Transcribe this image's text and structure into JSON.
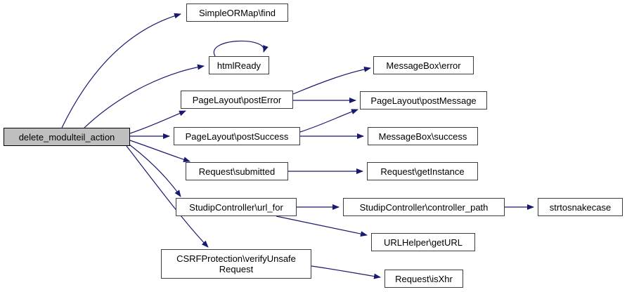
{
  "diagram": {
    "type": "call-graph",
    "edge_color": "#191970",
    "node_fill": "#ffffff",
    "node_border_color": "#3d3d3d",
    "highlight_node_fill": "#bfbfbf",
    "nodes": {
      "main": {
        "label": "delete_modulteil_action",
        "highlighted": true
      },
      "find": {
        "label": "SimpleORMap\\find"
      },
      "htmlready": {
        "label": "htmlReady"
      },
      "posterror": {
        "label": "PageLayout\\postError"
      },
      "postsuccess": {
        "label": "PageLayout\\postSuccess"
      },
      "submitted": {
        "label": "Request\\submitted"
      },
      "urlfor": {
        "label": "StudipController\\url_for"
      },
      "csrf": {
        "label": "CSRFProtection\\verifyUnsafe\nRequest"
      },
      "mberror": {
        "label": "MessageBox\\error"
      },
      "postmessage": {
        "label": "PageLayout\\postMessage"
      },
      "mbsuccess": {
        "label": "MessageBox\\success"
      },
      "getinstance": {
        "label": "Request\\getInstance"
      },
      "controllerpath": {
        "label": "StudipController\\controller_path"
      },
      "strtosnakecase": {
        "label": "strtosnakecase"
      },
      "geturl": {
        "label": "URLHelper\\getURL"
      },
      "isxhr": {
        "label": "Request\\isXhr"
      }
    },
    "edges": [
      {
        "from": "delete_modulteil_action",
        "to": "SimpleORMap\\find"
      },
      {
        "from": "delete_modulteil_action",
        "to": "htmlReady"
      },
      {
        "from": "htmlReady",
        "to": "htmlReady"
      },
      {
        "from": "delete_modulteil_action",
        "to": "PageLayout\\postError"
      },
      {
        "from": "delete_modulteil_action",
        "to": "PageLayout\\postSuccess"
      },
      {
        "from": "delete_modulteil_action",
        "to": "Request\\submitted"
      },
      {
        "from": "delete_modulteil_action",
        "to": "StudipController\\url_for"
      },
      {
        "from": "delete_modulteil_action",
        "to": "CSRFProtection\\verifyUnsafeRequest"
      },
      {
        "from": "PageLayout\\postError",
        "to": "MessageBox\\error"
      },
      {
        "from": "PageLayout\\postError",
        "to": "PageLayout\\postMessage"
      },
      {
        "from": "PageLayout\\postSuccess",
        "to": "PageLayout\\postMessage"
      },
      {
        "from": "PageLayout\\postSuccess",
        "to": "MessageBox\\success"
      },
      {
        "from": "Request\\submitted",
        "to": "Request\\getInstance"
      },
      {
        "from": "StudipController\\url_for",
        "to": "StudipController\\controller_path"
      },
      {
        "from": "StudipController\\url_for",
        "to": "URLHelper\\getURL"
      },
      {
        "from": "StudipController\\controller_path",
        "to": "strtosnakecase"
      },
      {
        "from": "CSRFProtection\\verifyUnsafeRequest",
        "to": "Request\\isXhr"
      }
    ]
  }
}
